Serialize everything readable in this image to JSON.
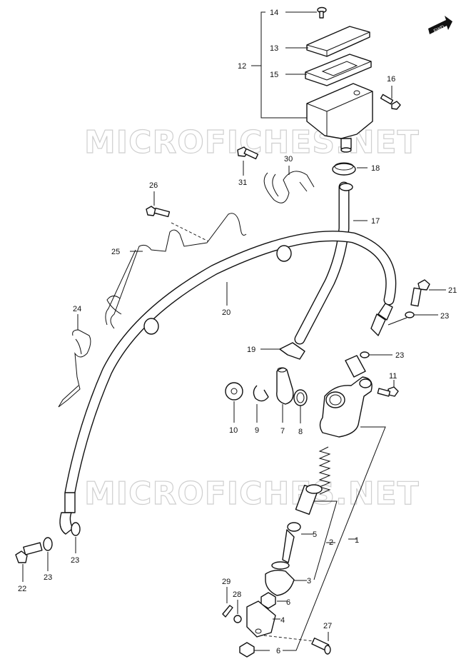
{
  "watermark": "MICROFICHES.NET",
  "fwd_label": "FWD",
  "callouts": {
    "p1": "1",
    "p2": "2",
    "p3": "3",
    "p4": "4",
    "p5": "5",
    "p6a": "6",
    "p6b": "6",
    "p7": "7",
    "p8": "8",
    "p9": "9",
    "p10": "10",
    "p11": "11",
    "p12": "12",
    "p13": "13",
    "p14": "14",
    "p15": "15",
    "p16": "16",
    "p17": "17",
    "p18": "18",
    "p19": "19",
    "p20": "20",
    "p21": "21",
    "p22": "22",
    "p23a": "23",
    "p23b": "23",
    "p23c": "23",
    "p23d": "23",
    "p24": "24",
    "p25": "25",
    "p26": "26",
    "p27": "27",
    "p28": "28",
    "p29": "29",
    "p30": "30",
    "p31": "31"
  }
}
